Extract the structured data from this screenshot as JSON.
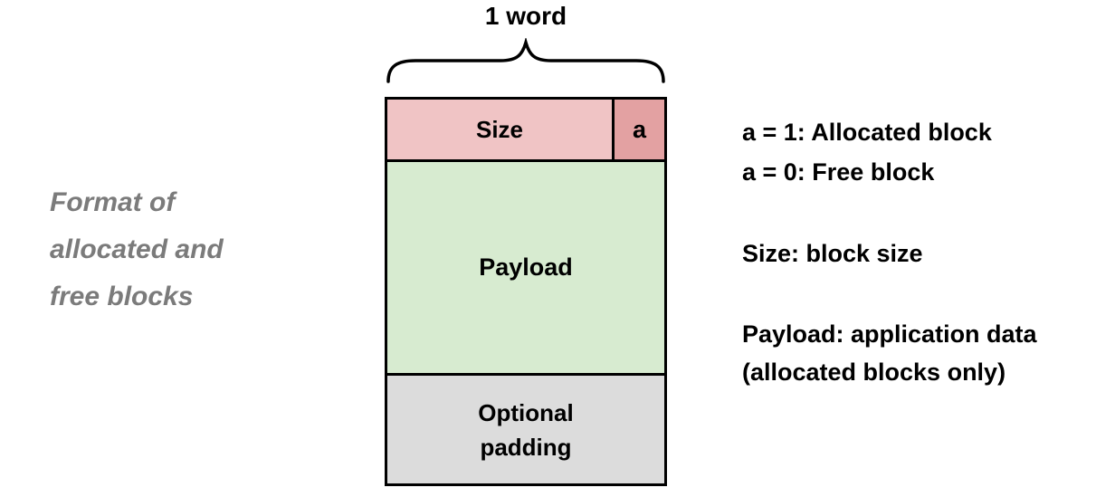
{
  "title": {
    "text": "Format of\nallocated and\nfree blocks"
  },
  "diagram": {
    "word_label": "1 word",
    "block": {
      "size_label": "Size",
      "a_label": "a",
      "payload_label": "Payload",
      "padding_label": "Optional\npadding"
    }
  },
  "legend": {
    "a_allocated": "a = 1: Allocated block",
    "a_free": "a = 0: Free block",
    "size_desc": "Size: block size",
    "payload_desc": "Payload: application data\n(allocated blocks only)"
  },
  "colors": {
    "background": "#ffffff",
    "border": "#000000",
    "title_gray": "#7b7b7b",
    "size_fill": "#f0c4c5",
    "a_fill": "#e3a1a2",
    "payload_fill": "#d7ebd0",
    "padding_fill": "#dcdcdc",
    "text": "#000000"
  }
}
